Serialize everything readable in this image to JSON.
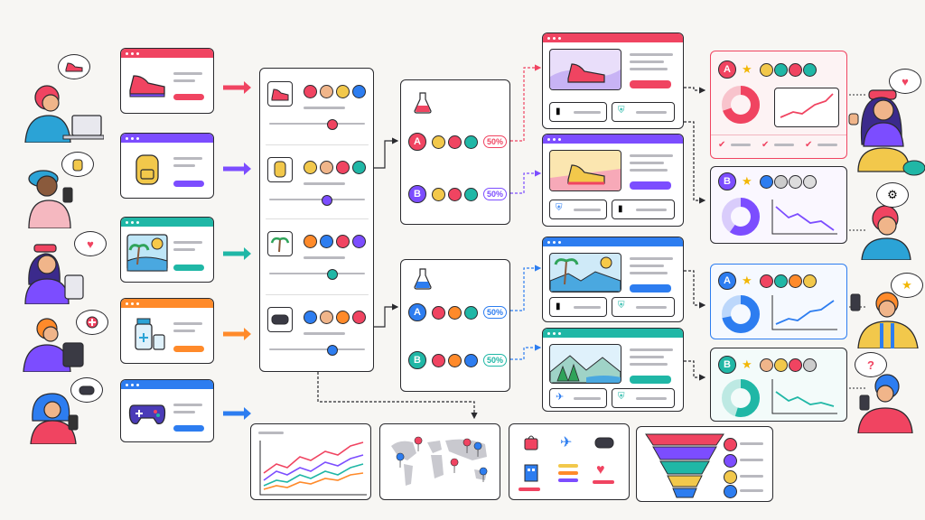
{
  "colors": {
    "red": "#f04461",
    "purple": "#7c4dff",
    "teal": "#20b7a6",
    "orange": "#ff8a2a",
    "blue": "#2d7df0",
    "ink": "#2a2a2e"
  },
  "icons": {
    "product_cards": [
      "sneaker-icon",
      "backpack-icon",
      "beach-icon",
      "medicine-icon",
      "gamepad-icon"
    ],
    "bubbles": [
      "sneaker-thought-icon",
      "backpack-thought-icon",
      "heart-thought-icon",
      "plus-thought-icon",
      "gamepad-thought-icon"
    ],
    "right_bubbles": [
      "heart-icon",
      "gear-icon",
      "star-icon",
      "question-icon"
    ]
  },
  "experiments": [
    {
      "variant_a": {
        "label": "A",
        "split": "50%"
      },
      "variant_b": {
        "label": "B",
        "split": "50%"
      }
    },
    {
      "variant_a": {
        "label": "A",
        "split": "50%"
      },
      "variant_b": {
        "label": "B",
        "split": "50%"
      }
    }
  ],
  "results": [
    {
      "label": "A"
    },
    {
      "label": "B"
    },
    {
      "label": "A"
    },
    {
      "label": "B"
    }
  ],
  "right_bubbles": {
    "question": "?"
  }
}
